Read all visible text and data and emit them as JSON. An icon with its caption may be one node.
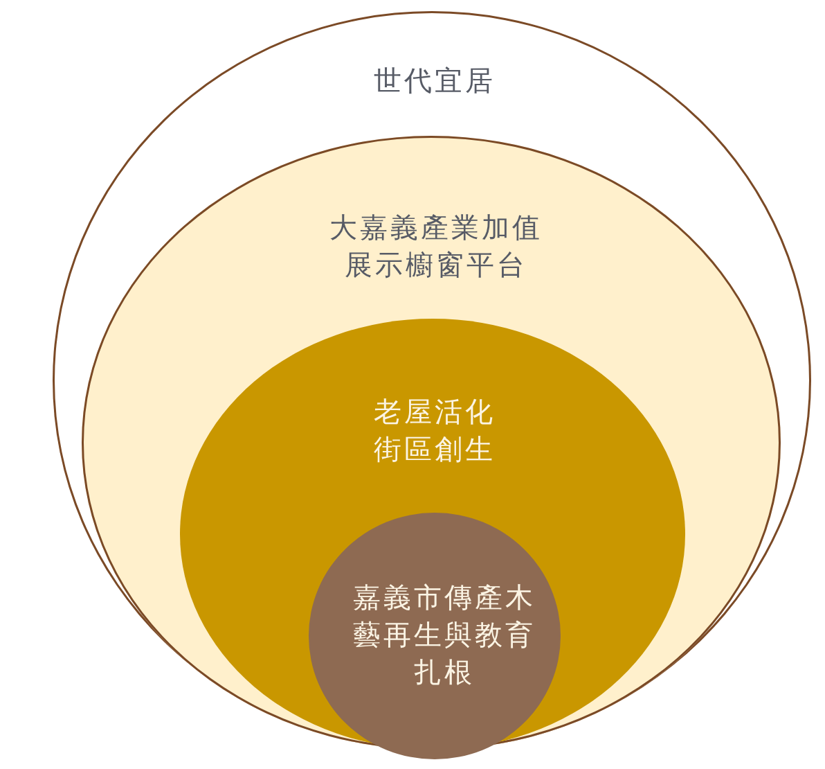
{
  "diagram": {
    "nodes": [
      {
        "text": [
          "世代宜居"
        ]
      },
      {
        "text": [
          "大嘉義產業加值展示櫥窗平台"
        ],
        "in": 0
      },
      {
        "text": [
          "老屋活化街區創生"
        ],
        "in": 1
      },
      {
        "text": [
          "嘉義市傳產木藝再生與教育扎根"
        ],
        "in": 2
      }
    ]
  }
}
